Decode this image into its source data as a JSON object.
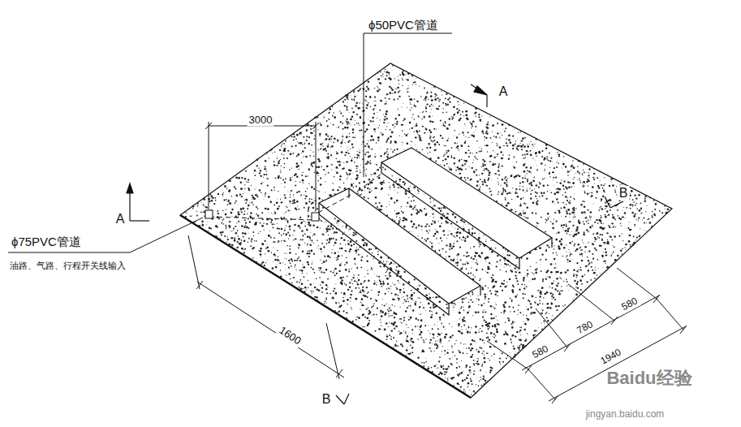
{
  "diagram": {
    "labels": [
      "ϕ50PVC管道",
      "A",
      "3000",
      "B",
      "A",
      "ϕ75PVC管道",
      "油路、气路、行程开关线输入",
      "1600",
      "580",
      "780",
      "580",
      "1940",
      "B",
      "Baidu经验",
      "jingyan.baidu.com"
    ]
  }
}
